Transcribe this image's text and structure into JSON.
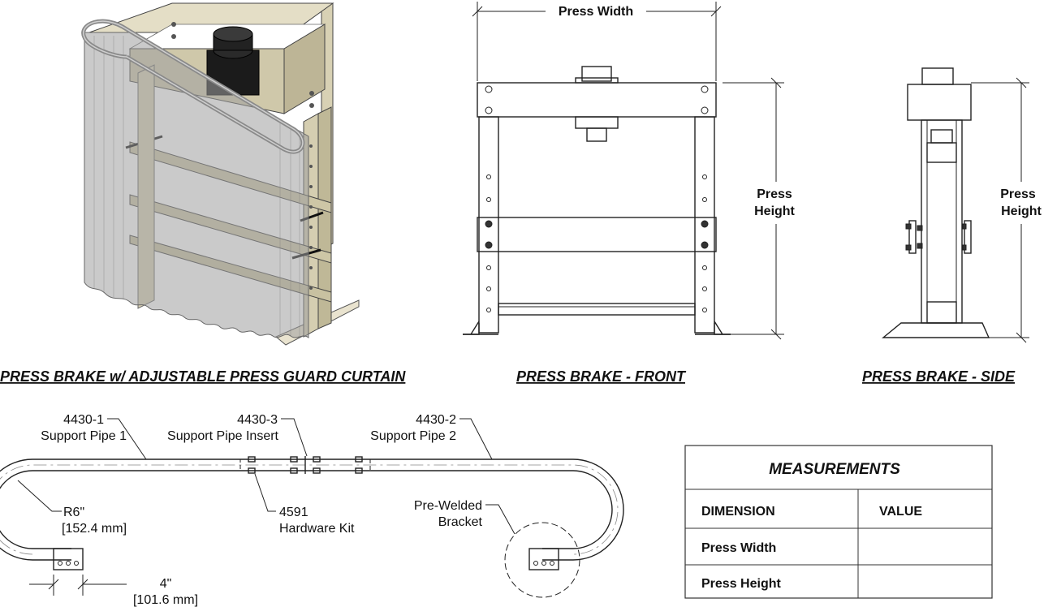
{
  "titles": {
    "isometric": "PRESS BRAKE w/ ADJUSTABLE PRESS GUARD CURTAIN",
    "front": "PRESS BRAKE - FRONT",
    "side": "PRESS BRAKE - SIDE"
  },
  "dimensions": {
    "press_width": "Press Width",
    "press_height_line1": "Press",
    "press_height_line2": "Height",
    "side_height_line1": "Press",
    "side_height_line2": "Height"
  },
  "callouts": {
    "pipe1_part": "4430-1",
    "pipe1_name": "Support Pipe 1",
    "insert_part": "4430-3",
    "insert_name": "Support Pipe Insert",
    "pipe2_part": "4430-2",
    "pipe2_name": "Support Pipe 2",
    "radius_imperial": "R6\"",
    "radius_metric": "[152.4 mm]",
    "kit_part": "4591",
    "kit_name": "Hardware Kit",
    "bracket_line1": "Pre-Welded",
    "bracket_line2": "Bracket",
    "offset_imperial": "4\"",
    "offset_metric": "[101.6 mm]"
  },
  "table": {
    "title": "MEASUREMENTS",
    "headers": [
      "DIMENSION",
      "VALUE"
    ],
    "rows": [
      {
        "dimension": "Press Width",
        "value": ""
      },
      {
        "dimension": "Press Height",
        "value": ""
      }
    ]
  }
}
